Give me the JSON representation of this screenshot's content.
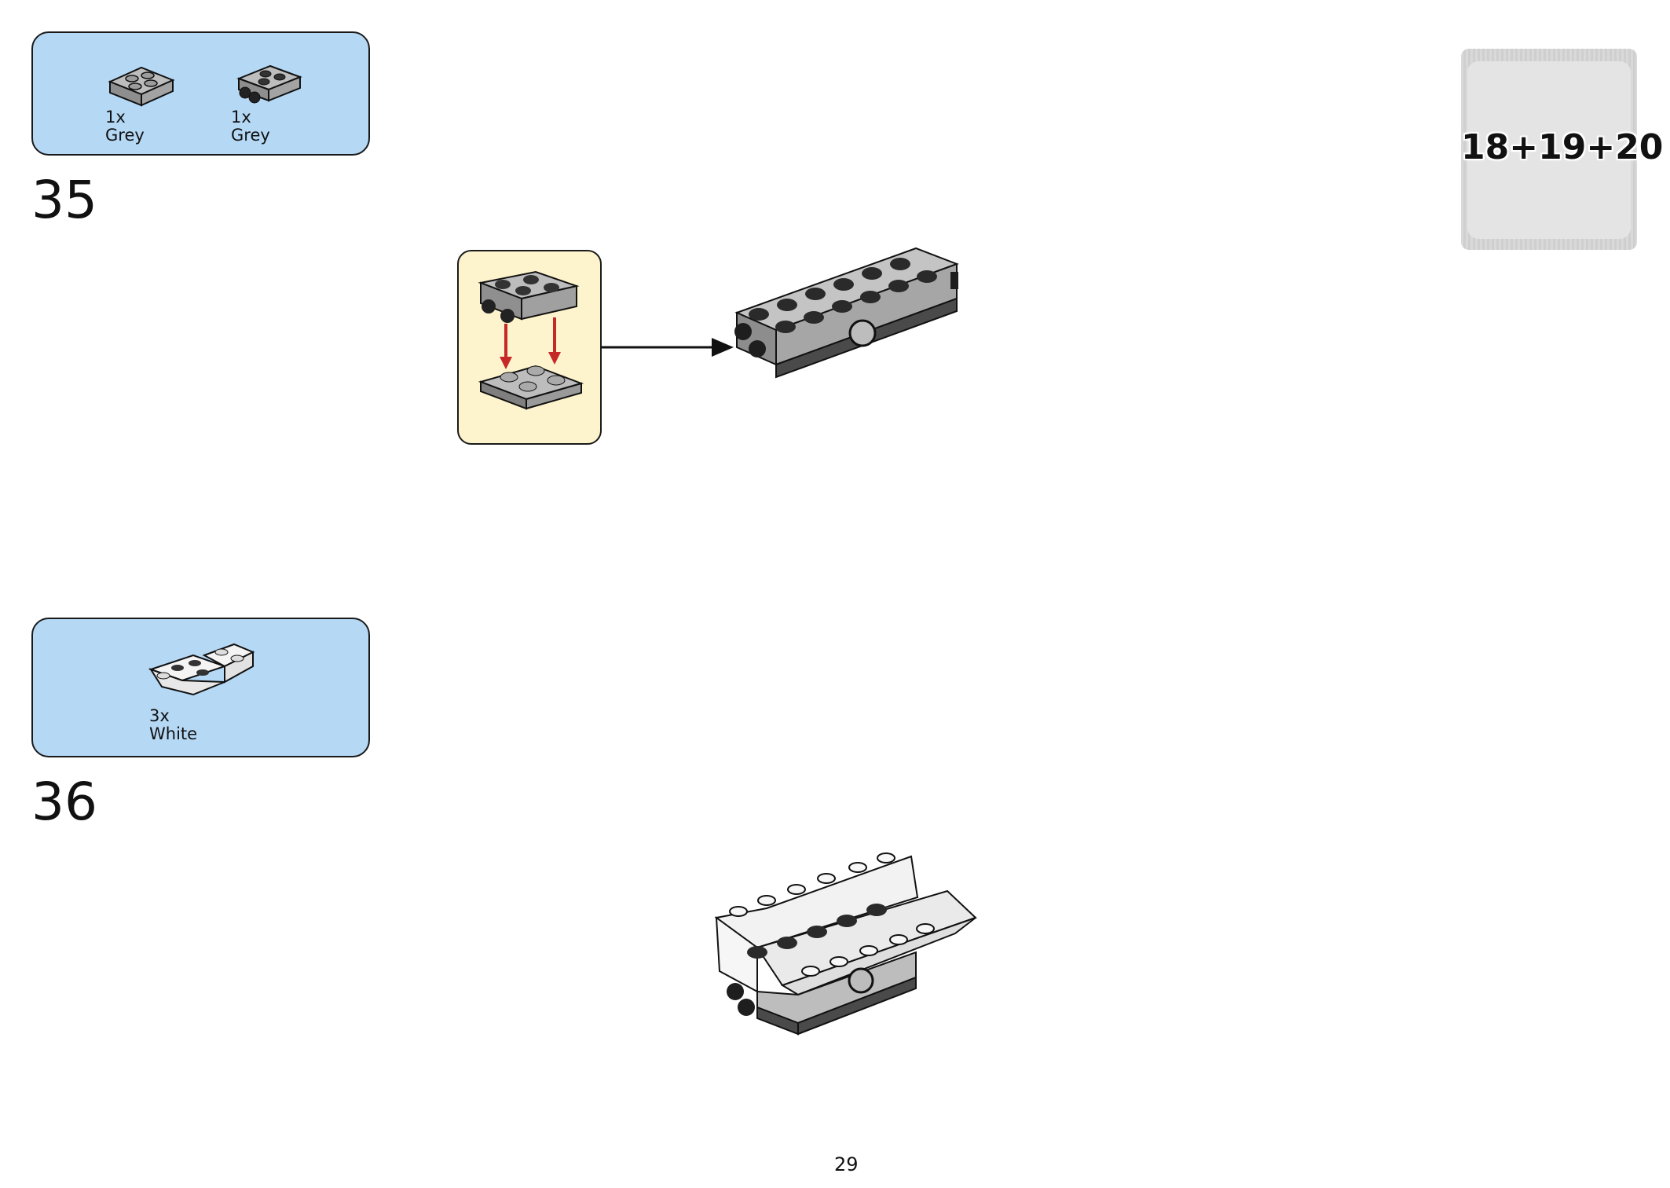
{
  "steps": [
    {
      "number": "35",
      "parts": [
        {
          "qty": "1x",
          "color": "Grey"
        },
        {
          "qty": "1x",
          "color": "Grey"
        }
      ]
    },
    {
      "number": "36",
      "parts": [
        {
          "qty": "3x",
          "color": "White"
        }
      ]
    }
  ],
  "bag": {
    "label": "18+19+20"
  },
  "page": {
    "number": "29"
  },
  "colors": {
    "parts_box": "#b5d8f5",
    "sub_assembly_box": "#fdf3cc",
    "arrow_red": "#c62828",
    "brick_grey": "#a7a7a7",
    "brick_white": "#f4f4f4"
  }
}
